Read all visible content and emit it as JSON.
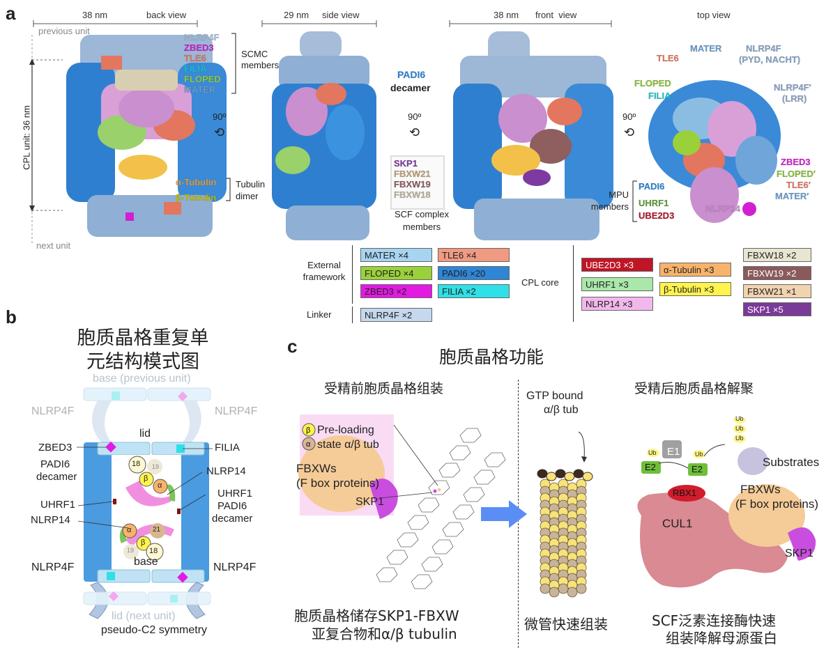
{
  "panel_a": {
    "letter": "a",
    "views": {
      "back": {
        "scale": "38 nm",
        "name": "back view"
      },
      "side": {
        "scale": "29 nm",
        "name": "side view"
      },
      "front": {
        "scale": "38 nm",
        "name": "front  view"
      },
      "top": {
        "name": "top view"
      }
    },
    "previous_unit": "previous unit",
    "next_unit": "next unit",
    "cpl_unit": "CPL unit: 36 nm",
    "rotate": "90º",
    "scmc": {
      "labels": [
        "NLRP4F",
        "ZBED3",
        "TLE6",
        "FILIA",
        "FLOPED",
        "MATER"
      ],
      "colors": [
        "#a7bcd8",
        "#d21fd2",
        "#e3765f",
        "#19c7cf",
        "#9ad13a",
        "#8bbde3"
      ],
      "group": "SCMC members"
    },
    "tubulin": {
      "alpha": "α-Tubulin",
      "beta": "β-Tubulin",
      "group": "Tubulin dimer"
    },
    "padi6_decamer": {
      "line1": "PADI6",
      "line2": "decamer"
    },
    "scf": {
      "labels": [
        "SKP1",
        "FBXW21",
        "FBXW19",
        "FBXW18"
      ],
      "colors": [
        "#7d3aa0",
        "#c1a17a",
        "#8f5e5e",
        "#b8b4a0"
      ],
      "group_line1": "SCF complex",
      "group_line2": "members"
    },
    "top_view_labels": {
      "tle6": "TLE6",
      "mater": "MATER",
      "nlrp4f_line1": "NLRP4F",
      "nlrp4f_line2": "(PYD, NACHT)",
      "floped": "FLOPED",
      "filia": "FILIA",
      "nlrp4f_prime_line1": "NLRP4F′",
      "nlrp4f_prime_line2": "(LRR)",
      "zbed3": "ZBED3",
      "floped_prime": "FLOPED′",
      "tle6_prime": "TLE6′",
      "mater_prime": "MATER′",
      "nlrp14": "NLRP14",
      "padi6": "PADI6",
      "uhrf1": "UHRF1",
      "ube2d3": "UBE2D3",
      "mpu_line1": "MPU",
      "mpu_line2": "members"
    },
    "legend": {
      "external": "External framework",
      "linker": "Linker",
      "core": "CPL core",
      "items": [
        {
          "text": "MATER ×4",
          "color": "#a7d4f0"
        },
        {
          "text": "TLE6 ×4",
          "color": "#f09a82"
        },
        {
          "text": "FLOPED ×4",
          "color": "#9ad13a"
        },
        {
          "text": "PADI6 ×20",
          "color": "#2f86d6"
        },
        {
          "text": "ZBED3 ×2",
          "color": "#e21ae2"
        },
        {
          "text": "FILIA ×2",
          "color": "#2fe0e6"
        },
        {
          "text": "NLRP4F ×2",
          "color": "#c5d8ee"
        },
        {
          "text": "UBE2D3 ×3",
          "color": "#c01526"
        },
        {
          "text": "UHRF1 ×3",
          "color": "#a9e8a9"
        },
        {
          "text": "NLRP14 ×3",
          "color": "#f2b8ec"
        },
        {
          "text": "α-Tubulin ×3",
          "color": "#f7b36a"
        },
        {
          "text": "β-Tubulin ×3",
          "color": "#fff34d"
        },
        {
          "text": "FBXW18 ×2",
          "color": "#e8e6d2"
        },
        {
          "text": "FBXW19 ×2",
          "color": "#8a5a5a"
        },
        {
          "text": "FBXW21 ×1",
          "color": "#f2d3b0"
        },
        {
          "text": "SKP1 ×5",
          "color": "#7a3a98"
        }
      ]
    }
  },
  "panel_b": {
    "letter": "b",
    "title_line1": "胞质晶格重复单",
    "title_line2": "元结构模式图",
    "base_prev": "base (previous unit)",
    "lid": "lid",
    "base": "base",
    "lid_next": "lid (next unit)",
    "symmetry": "pseudo-C2 symmetry",
    "nlrp4f": "NLRP4F",
    "zbed3": "ZBED3",
    "filia": "FILIA",
    "padi6_line1": "PADI6",
    "padi6_line2": "decamer",
    "nlrp14": "NLRP14",
    "uhrf1": "UHRF1",
    "num18": "18",
    "num19": "19",
    "num21": "21",
    "alpha": "α",
    "beta": "β"
  },
  "panel_c": {
    "letter": "c",
    "title": "胞质晶格功能",
    "left_title": "受精前胞质晶格组装",
    "right_title": "受精后胞质晶格解聚",
    "preloading_line1": "Pre-loading",
    "preloading_line2": "state α/β tub",
    "fbxws_line1": "FBXWs",
    "fbxws_line2": "(F box proteins)",
    "skp1": "SKP1",
    "left_caption_line1": "胞质晶格储存SKP1-FBXW",
    "left_caption_line2": "亚复合物和α/β tubulin",
    "gtp_line1": "GTP bound",
    "gtp_line2": "α/β tub",
    "mid_caption": "微管快速组装",
    "e1": "E1",
    "e2": "E2",
    "ub": "Ub",
    "rbx1": "RBX1",
    "substrates": "Substrates",
    "cul1": "CUL1",
    "right_caption_line1": "SCF泛素连接酶快速",
    "right_caption_line2": "组装降解母源蛋白"
  }
}
